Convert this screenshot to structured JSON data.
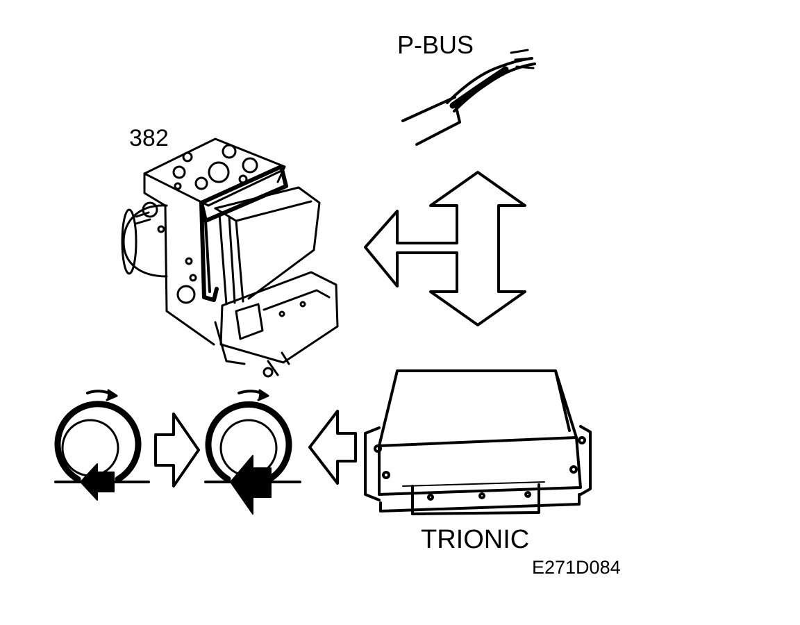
{
  "labels": {
    "pbus": "P-BUS",
    "abs_unit": "382",
    "ecu": "TRIONIC",
    "figure_code": "E271D084"
  },
  "colors": {
    "ink": "#000000",
    "background": "#ffffff"
  }
}
